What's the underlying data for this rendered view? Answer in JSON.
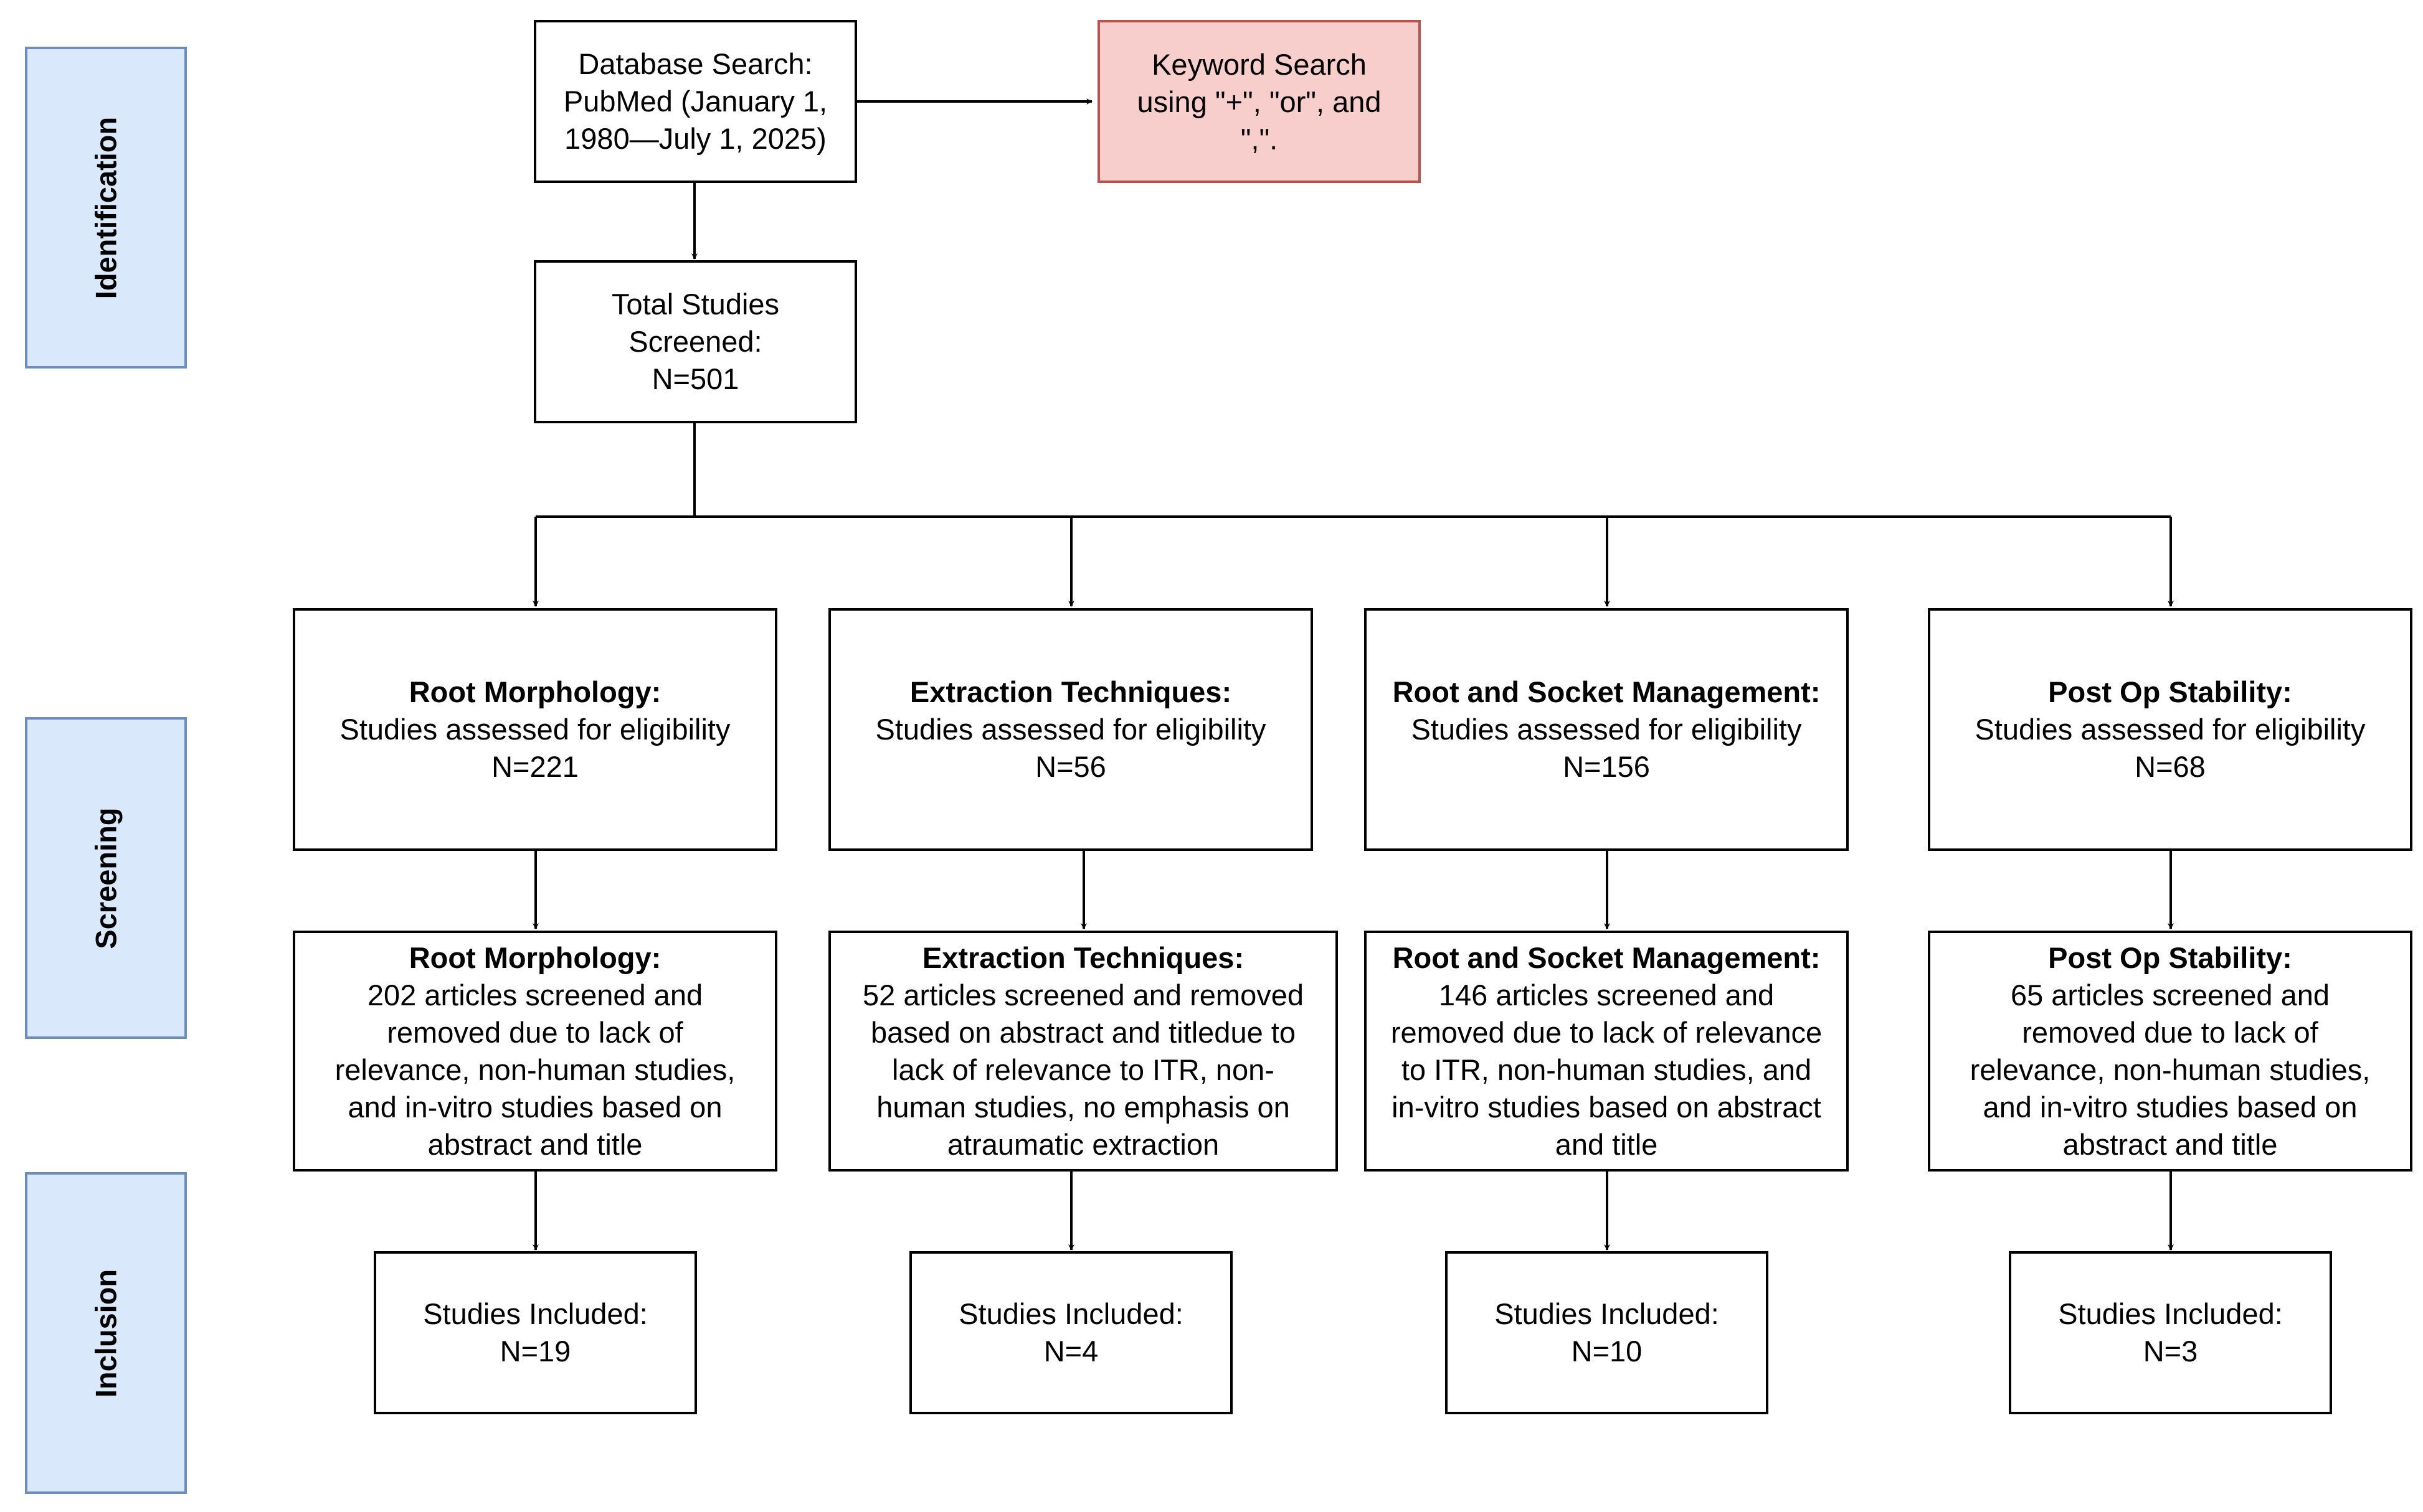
{
  "phases": {
    "identification": "Identification",
    "screening": "Screening",
    "inclusion": "Inclusion"
  },
  "search": {
    "database": [
      "Database Search:",
      "PubMed (January 1,",
      "1980—July 1, 2025)"
    ],
    "keyword": [
      "Keyword Search",
      "using \"+\", \"or\", and",
      "\",\"."
    ],
    "total": [
      "Total Studies",
      "Screened:",
      "N=501"
    ]
  },
  "columns": [
    {
      "eligibility_title": "Root Morphology:",
      "eligibility_text": "Studies assessed for eligibility",
      "eligibility_n": "N=221",
      "screened_title": "Root Morphology:",
      "screened_text": [
        "202 articles screened and",
        "removed due to lack of",
        "relevance, non-human studies,",
        "and in-vitro studies based on",
        "abstract and title"
      ],
      "included_label": "Studies Included:",
      "included_n": "N=19"
    },
    {
      "eligibility_title": "Extraction Techniques:",
      "eligibility_text": "Studies assessed for eligibility",
      "eligibility_n": "N=56",
      "screened_title": "Extraction Techniques:",
      "screened_text": [
        "52 articles screened and removed",
        "based on abstract and titledue to",
        "lack of relevance to ITR, non-",
        "human studies, no emphasis on",
        "atraumatic extraction"
      ],
      "included_label": "Studies Included:",
      "included_n": "N=4"
    },
    {
      "eligibility_title": "Root and Socket Management:",
      "eligibility_text": "Studies assessed for eligibility",
      "eligibility_n": "N=156",
      "screened_title": "Root and Socket Management:",
      "screened_text": [
        "146 articles screened and",
        "removed due to lack of relevance",
        "to ITR, non-human studies, and",
        "in-vitro studies based on abstract",
        "and title"
      ],
      "included_label": "Studies Included:",
      "included_n": "N=10"
    },
    {
      "eligibility_title": "Post Op Stability:",
      "eligibility_text": "Studies assessed for eligibility",
      "eligibility_n": "N=68",
      "screened_title": "Post Op Stability:",
      "screened_text": [
        "65 articles screened and",
        "removed due to lack of",
        "relevance, non-human studies,",
        "and in-vitro studies based on",
        "abstract and title"
      ],
      "included_label": "Studies Included:",
      "included_n": "N=3"
    }
  ]
}
